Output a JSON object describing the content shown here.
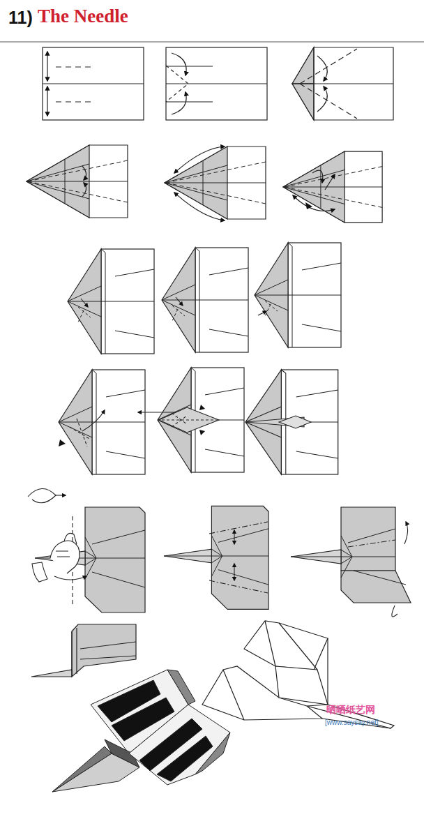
{
  "diagram": {
    "title": "The Needle",
    "labels": [
      "11)",
      "晒晒纸艺网",
      "[www.saysay.net]"
    ]
  }
}
